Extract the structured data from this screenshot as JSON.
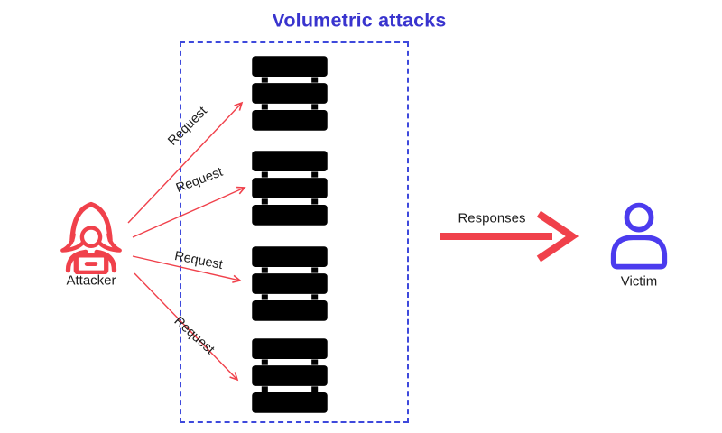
{
  "title": "Volumetric attacks",
  "attacker": {
    "label": "Attacker"
  },
  "victim": {
    "label": "Victim"
  },
  "request_arrows": [
    {
      "label": "Request"
    },
    {
      "label": "Request"
    },
    {
      "label": "Request"
    },
    {
      "label": "Request"
    }
  ],
  "responses": {
    "label": "Responses"
  },
  "servers": {
    "stack_count": 4,
    "units_per_stack": 3
  },
  "colors": {
    "red": "#F0414B",
    "title_blue": "#3934CE",
    "border_blue": "#3E49DC",
    "victim_blue": "#4B3BEE",
    "line_art": "#111111"
  }
}
